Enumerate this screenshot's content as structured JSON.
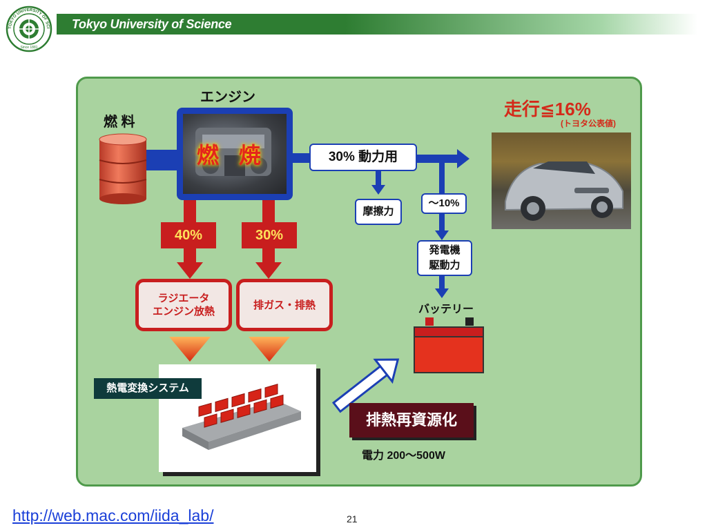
{
  "header": {
    "title": "Tokyo University of Science"
  },
  "logo": {
    "text": "TOKYO UNIVERSITY OF SCIENCE",
    "since": "Since 1881"
  },
  "diagram": {
    "fuel_label": "燃 料",
    "engine_label": "エンジン",
    "combustion_label": "燃 焼",
    "power_label": "30% 動力用",
    "friction_label": "摩擦力",
    "generator_pct_label": "〜10%",
    "generator_line1": "発電機",
    "generator_line2": "駆動力",
    "battery_label": "バッテリー",
    "run_label": "走行≦16%",
    "run_note": "(トヨタ公表値)",
    "radiator_pct": "40%",
    "exhaust_pct": "30%",
    "radiator_line1": "ラジエータ",
    "radiator_line2": "エンジン放熱",
    "exhaust_label": "排ガス・排熱",
    "te_system_label": "熱電変換システム",
    "reuse_label": "排熱再資源化",
    "power_output": "電力 200〜500W"
  },
  "colors": {
    "panel": "#a9d39f",
    "engine_blue": "#1b3fb4",
    "red": "#c81e1e",
    "header_green": "#2e7d32"
  },
  "footer": {
    "url": "http://web.mac.com/iida_lab/",
    "page": "21"
  }
}
